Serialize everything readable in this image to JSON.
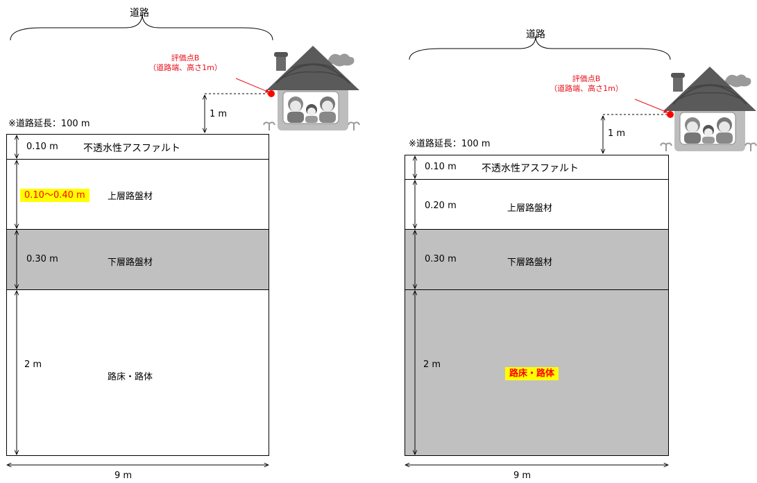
{
  "left": {
    "road_label": "道路",
    "eval_point": {
      "line1": "評価点B",
      "line2": "（道路端、高さ1m）"
    },
    "height_label": "1 m",
    "road_length": "※道路延長：100 m",
    "layers": [
      {
        "thickness": "0.10 m",
        "name": "不透水性アスファルト",
        "fill": "#ffffff"
      },
      {
        "thickness": "0.10〜0.40 m",
        "name": "上層路盤材",
        "fill": "#ffffff",
        "thickness_highlight": true
      },
      {
        "thickness": "0.30 m",
        "name": "下層路盤材",
        "fill": "#c0c0c0"
      },
      {
        "thickness": "2 m",
        "name": "路床・路体",
        "fill": "#ffffff"
      }
    ],
    "width_label": "9 m"
  },
  "right": {
    "road_label": "道路",
    "eval_point": {
      "line1": "評価点B",
      "line2": "（道路端、高さ1m）"
    },
    "height_label": "1 m",
    "road_length": "※道路延長：100 m",
    "layers": [
      {
        "thickness": "0.10 m",
        "name": "不透水性アスファルト",
        "fill": "#ffffff"
      },
      {
        "thickness": "0.20 m",
        "name": "上層路盤材",
        "fill": "#ffffff"
      },
      {
        "thickness": "0.30 m",
        "name": "下層路盤材",
        "fill": "#c0c0c0"
      },
      {
        "thickness": "2 m",
        "name": "路床・路体",
        "fill": "#c0c0c0",
        "name_highlight": true
      }
    ],
    "width_label": "9 m"
  },
  "colors": {
    "highlight": "#ffff00",
    "red": "#ff0000",
    "gray_layer": "#c0c0c0"
  }
}
